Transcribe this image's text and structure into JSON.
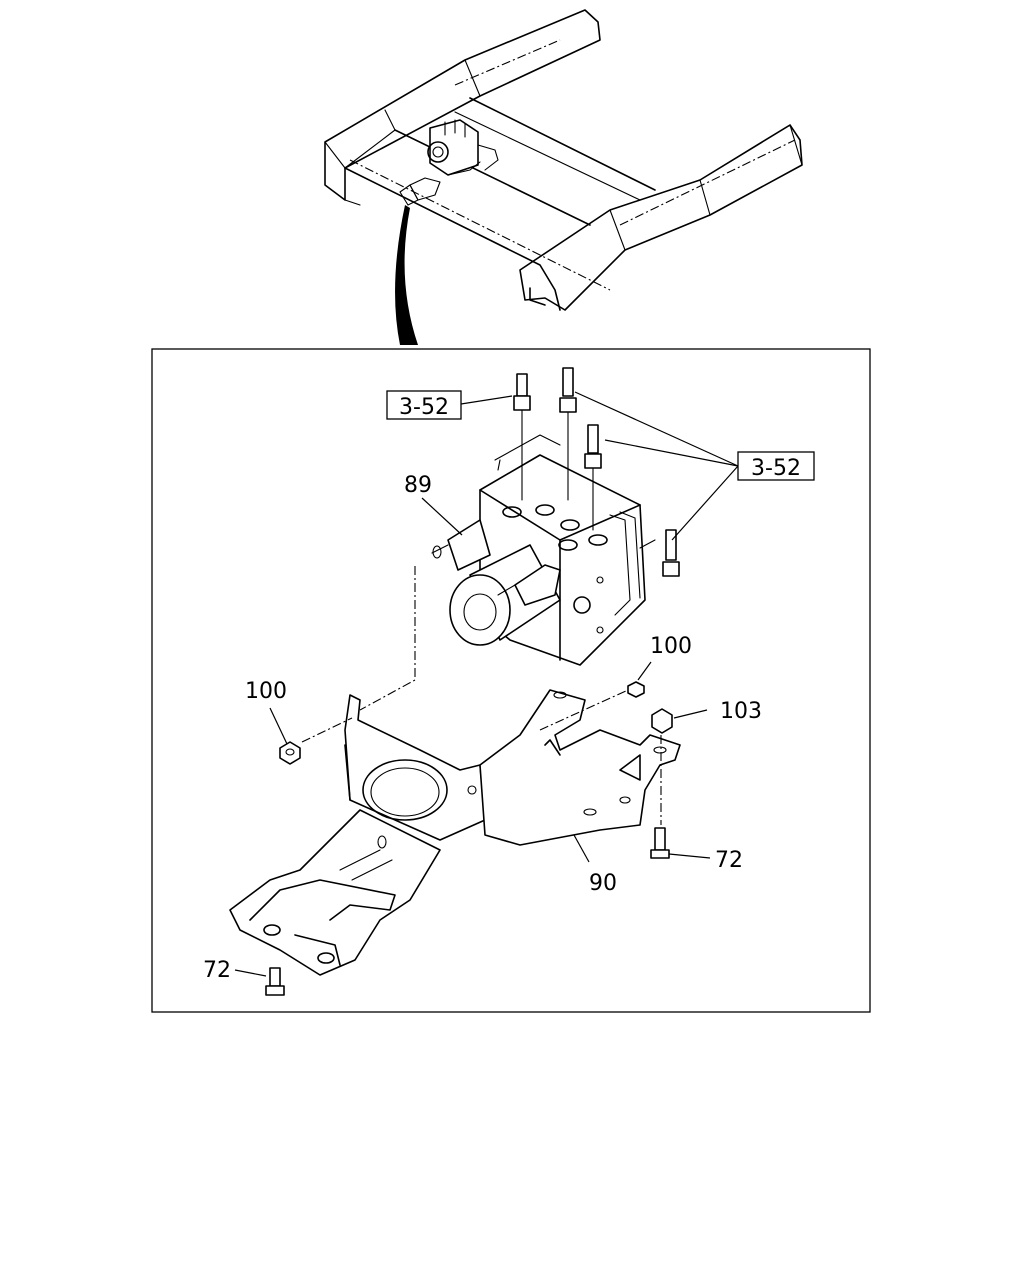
{
  "callouts": {
    "ref_top": "3-52",
    "ref_right": "3-52",
    "part_89": "89",
    "part_100_left": "100",
    "part_100_right": "100",
    "part_103": "103",
    "part_90": "90",
    "part_72_right": "72",
    "part_72_left": "72"
  }
}
